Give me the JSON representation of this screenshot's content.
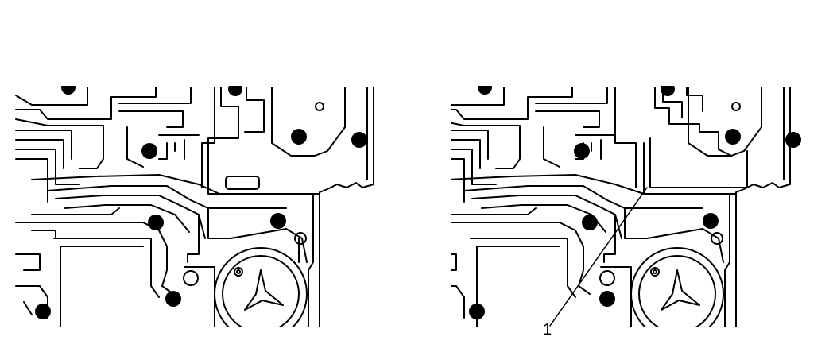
{
  "diagram": {
    "left_panel": {
      "description_key": "valve-body-original"
    },
    "right_panel": {
      "description_key": "valve-body-modified"
    },
    "callout": {
      "label": "1"
    },
    "colors": {
      "line": "#000000",
      "background": "#ffffff"
    }
  }
}
